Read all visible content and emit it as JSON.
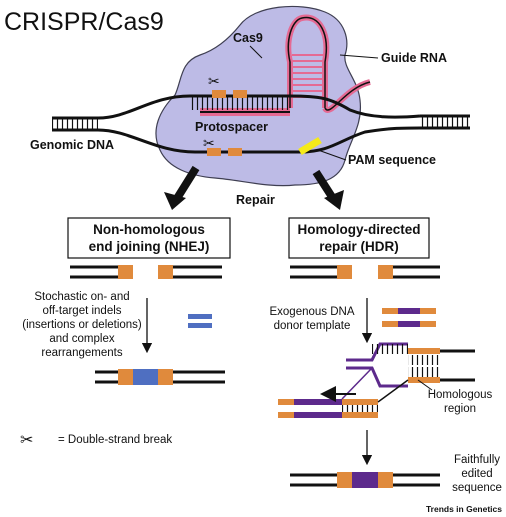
{
  "title": "CRISPR/Cas9",
  "labels": {
    "cas9": "Cas9",
    "guide_rna": "Guide RNA",
    "genomic_dna": "Genomic DNA",
    "protospacer": "Protospacer",
    "pam_sequence": "PAM sequence",
    "repair": "Repair"
  },
  "nhej": {
    "title_line1": "Non-homologous",
    "title_line2": "end joining (NHEJ)",
    "desc": [
      "Stochastic on- and",
      "off-target indels",
      "(insertions or deletions)",
      "and complex",
      "rearrangements"
    ]
  },
  "hdr": {
    "title_line1": "Homology-directed",
    "title_line2": "repair (HDR)",
    "donor": [
      "Exogenous DNA",
      "donor template"
    ],
    "homologous": [
      "Homologous",
      "region"
    ],
    "result": [
      "Faithfully",
      "edited",
      "sequence"
    ]
  },
  "legend": {
    "scissors_glyph": "✂",
    "text": "= Double-strand break"
  },
  "footer": "Trends in Genetics",
  "colors": {
    "cas9_fill": "#bdbbe6",
    "cas9_stroke": "#3f3f52",
    "rna_pink": "#e56a93",
    "orange": "#e08a3c",
    "blue": "#4f6fc1",
    "purple": "#5d2a8c",
    "pam_yellow": "#f5ea1a"
  }
}
